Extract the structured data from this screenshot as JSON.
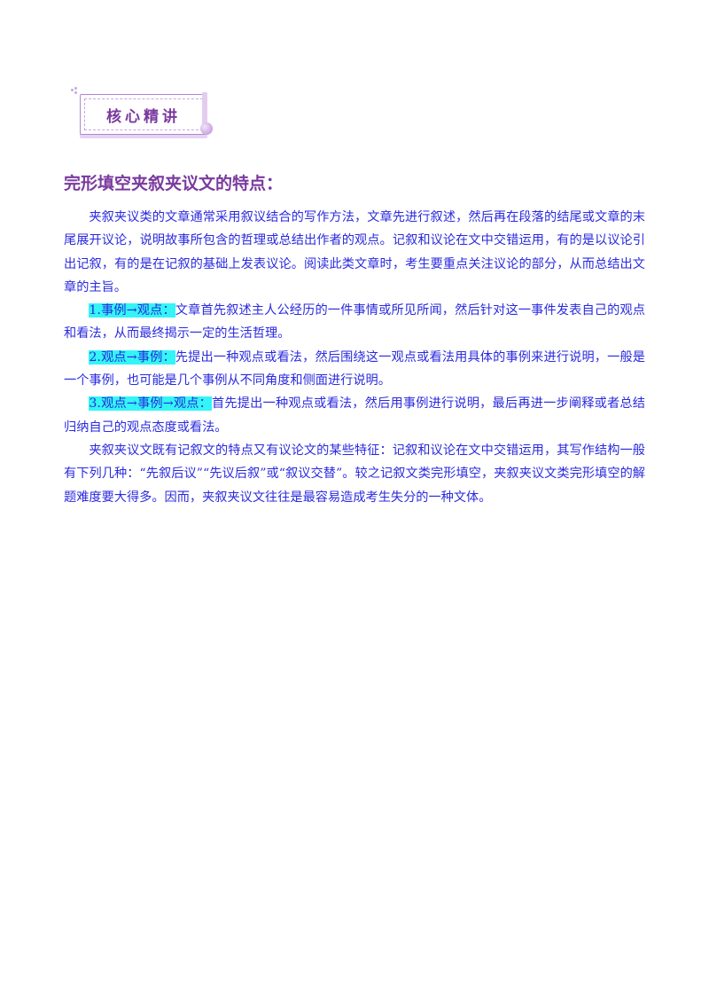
{
  "badge": {
    "label": "核心精讲"
  },
  "section": {
    "title": "完形填空夹叙夹议文的特点："
  },
  "paragraphs": {
    "intro": "夹叙夹议类的文章通常采用叙议结合的写作方法，文章先进行叙述，然后再在段落的结尾或文章的末尾展开议论，说明故事所包含的哲理或总结出作者的观点。记叙和议论在文中交错运用，有的是以议论引出记叙，有的是在记叙的基础上发表议论。阅读此类文章时，考生要重点关注议论的部分，从而总结出文章的主旨。",
    "item1_label": "1.事例→观点：",
    "item1_text": "文章首先叙述主人公经历的一件事情或所见所闻，然后针对这一事件发表自己的观点和看法，从而最终揭示一定的生活哲理。",
    "item2_label": "2.观点→事例：",
    "item2_text": "先提出一种观点或看法，然后围绕这一观点或看法用具体的事例来进行说明，一般是一个事例，也可能是几个事例从不同角度和侧面进行说明。",
    "item3_label": "3.观点→事例→观点：",
    "item3_text": "首先提出一种观点或看法，然后用事例进行说明，最后再进一步阐释或者总结归纳自己的观点态度或看法。",
    "conclusion": "夹叙夹议文既有记叙文的特点又有议论文的某些特征：记叙和议论在文中交错运用，其写作结构一般有下列几种：“先叙后议”“先议后叙”或“叙议交替”。较之记叙文类完形填空，夹叙夹议文类完形填空的解题难度要大得多。因而，夹叙夹议文往往是最容易造成考生失分的一种文体。"
  },
  "colors": {
    "accent": "#7a3a9e",
    "body_text": "#2a2adf",
    "highlight": "#33f5f5"
  }
}
